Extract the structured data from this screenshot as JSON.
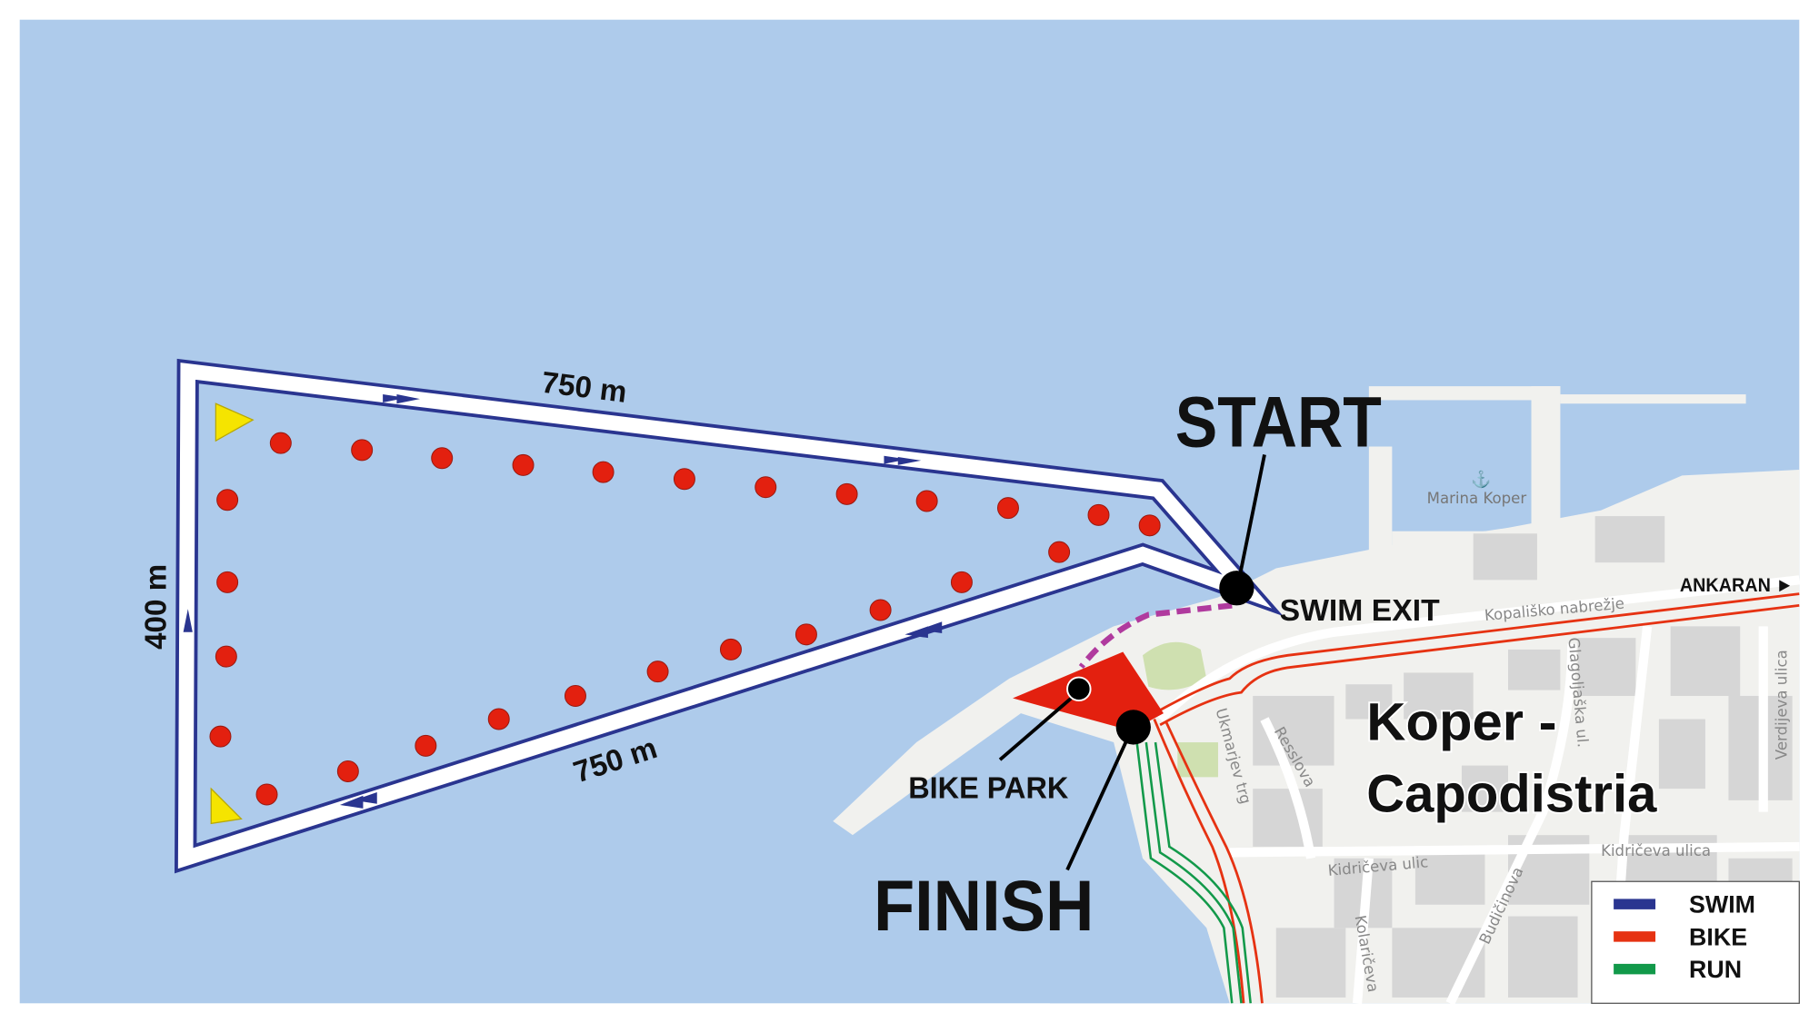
{
  "course": {
    "top_leg_distance": "750 m",
    "bottom_leg_distance": "750 m",
    "side_leg_distance": "400 m"
  },
  "labels": {
    "start": "START",
    "swim_exit": "SWIM EXIT",
    "bike_park": "BIKE PARK",
    "finish": "FINISH",
    "town_line1": "Koper -",
    "town_line2": "Capodistria",
    "ankaran": "ANKARAN ►",
    "marina": "Marina Koper"
  },
  "streets": [
    "Kopališko nabrežje",
    "Glagoljaška ul.",
    "Verdijeva ulica",
    "Ukmarjev trg",
    "Resslova",
    "Kidričeva ulic",
    "Kidričeva ulica",
    "Budičinova",
    "Kolaričeva"
  ],
  "legend": [
    {
      "label": "SWIM",
      "color": "#2a3590"
    },
    {
      "label": "BIKE",
      "color": "#e63212"
    },
    {
      "label": "RUN",
      "color": "#12994a"
    }
  ],
  "colors": {
    "sea": "#aecbeb",
    "land": "#f1f1ee",
    "buoy": "#e3200f",
    "marker": "#f5e400",
    "transition": "#b03a9e"
  }
}
